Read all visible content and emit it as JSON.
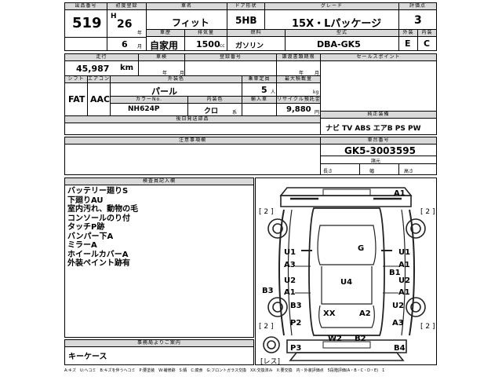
{
  "header": {
    "lot_label": "出品番号",
    "lot_value": "519",
    "first_reg_label": "初度登録",
    "era": "H",
    "year": "26",
    "year_unit": "年",
    "month": "6",
    "month_unit": "月",
    "car_name_label": "車名",
    "car_name": "フィット",
    "door_label": "ドア形状",
    "door_value": "5HB",
    "grade_label": "グレード",
    "grade_value": "15X・Lパッケージ",
    "score_label": "評価点",
    "score_value": "3",
    "usage_label": "車歴",
    "usage_value": "自家用",
    "displacement_label": "排気量",
    "displacement_value": "1500",
    "displacement_unit": "cc",
    "fuel_label": "燃料",
    "fuel_value": "ガソリン",
    "model_label": "型式",
    "model_value": "DBA-GK5",
    "exterior_label": "外装",
    "exterior_value": "E",
    "interior_label": "内装",
    "interior_value": "C"
  },
  "row2": {
    "mileage_label": "走行",
    "mileage_value": "45,987",
    "mileage_unit": "km",
    "inspection_label": "車検",
    "inspection_year_unit": "年",
    "inspection_month_unit": "月",
    "regno_label": "登録番号",
    "transfer_label": "譲渡書類期限",
    "transfer_year_unit": "年",
    "transfer_month_unit": "月",
    "selling_label": "セールスポイント"
  },
  "row3": {
    "shift_label": "シフト",
    "shift_value": "FAT",
    "ac_label": "エアコン",
    "ac_value": "AAC",
    "color_label": "外装色",
    "color_value": "パール",
    "capacity_label": "乗車定員",
    "capacity_value": "5",
    "capacity_unit": "人",
    "load_label": "最大積載量",
    "load_unit": "kg",
    "color_no_label": "カラーNo.",
    "color_no_value": "NH624P",
    "interior_color_label": "内装色",
    "interior_color_value": "クロ",
    "interior_color_unit": "系",
    "import_label": "輸入車",
    "recycle_label": "リサイクル預託金",
    "recycle_value": "9,880",
    "recycle_unit": "円",
    "aftermarket_label": "後日発送部品",
    "genuine_label": "純正装備",
    "genuine_value": "ナビ TV ABS エアB PS PW"
  },
  "row4": {
    "caution_label": "注意事項欄",
    "chassis_label": "車台番号",
    "chassis_value": "GK5-3003595",
    "dimension_label": "諸元",
    "length_label": "長さ",
    "width_label": "幅",
    "height_label": "高さ"
  },
  "inspector": {
    "label": "検査員記入欄",
    "notes": [
      "バッテリー廻りS",
      "下廻りAU",
      "室内汚れ、動物の毛",
      "コンソールのり付",
      "タッチP跡",
      "バンパー下A",
      "ミラーA",
      "ホイールカバーA",
      "外装ペイント跡有"
    ]
  },
  "office": {
    "label": "事務局よりご案内",
    "value": "キーケース"
  },
  "diagram": {
    "marks": [
      {
        "id": "a1-top",
        "text": "A1"
      },
      {
        "id": "g-roof",
        "text": "G"
      },
      {
        "id": "u1-left",
        "text": "U1"
      },
      {
        "id": "a3-left",
        "text": "A3"
      },
      {
        "id": "u2-left",
        "text": "U2"
      },
      {
        "id": "a1-left-2",
        "text": "A1"
      },
      {
        "id": "b3-left",
        "text": "B3"
      },
      {
        "id": "b3-left-2",
        "text": "B3"
      },
      {
        "id": "p2-left",
        "text": "P2"
      },
      {
        "id": "u1-right",
        "text": "U1"
      },
      {
        "id": "a1-right",
        "text": "A1"
      },
      {
        "id": "b1-right",
        "text": "B1"
      },
      {
        "id": "u2-right",
        "text": "U2"
      },
      {
        "id": "a1-right-2",
        "text": "A1"
      },
      {
        "id": "u2-right-2",
        "text": "U2"
      },
      {
        "id": "a3-right",
        "text": "A3"
      },
      {
        "id": "u4-center",
        "text": "U4"
      },
      {
        "id": "xx-rear",
        "text": "XX"
      },
      {
        "id": "a2-rear",
        "text": "A2"
      },
      {
        "id": "w2-rear",
        "text": "W2"
      },
      {
        "id": "b2-rear",
        "text": "B2"
      },
      {
        "id": "p3-rear",
        "text": "P3"
      },
      {
        "id": "b4-rear",
        "text": "B4"
      }
    ],
    "bracket_left_top": "[ 2 ]",
    "bracket_right_top": "[ 2 ]",
    "bracket_left_bottom": "[ 2 ]",
    "bracket_right_bottom": "[ 2 ]",
    "tyre_label": "[レス]"
  },
  "footer": {
    "legend": "A:キズ　U:へコミ　B:キズを伴うへコミ　P:要塗装　W:補修跡　S:錆　C:腐食　G:フロントガラス交換　XX:交換済み　X:要交換　内・外装評価点　5段階評価(A・B・C・D・E)　1"
  }
}
